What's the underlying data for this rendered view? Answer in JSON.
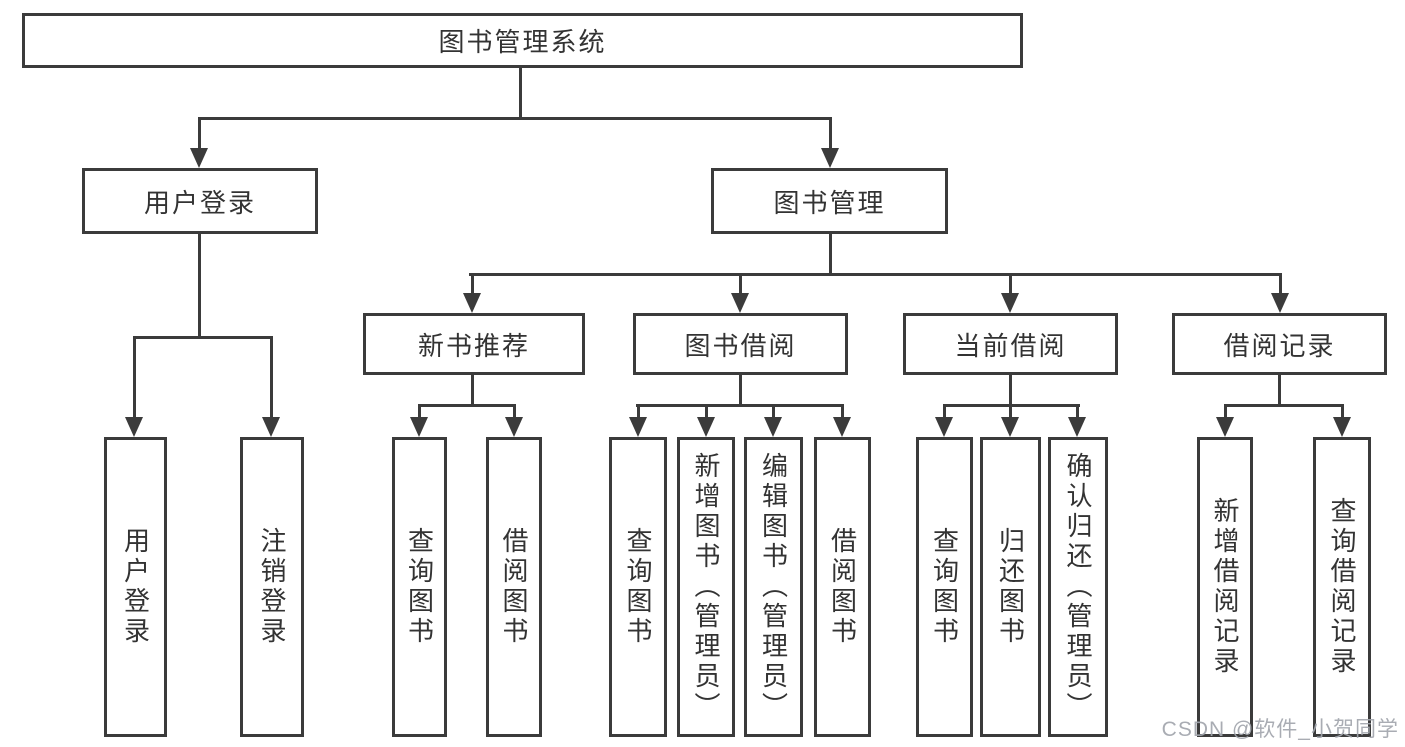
{
  "colors": {
    "line": "#3b3b3b",
    "text": "#333333",
    "box_bg": "#ffffff",
    "background": "#ffffff",
    "watermark": "#a2a6ad"
  },
  "watermark": "CSDN @软件_小贺同学",
  "nodes": {
    "root": "图书管理系统",
    "user_login": "用户登录",
    "book_mgmt": "图书管理",
    "new_book_rec": "新书推荐",
    "book_borrow": "图书借阅",
    "current_borrow": "当前借阅",
    "borrow_records": "借阅记录",
    "leaves": [
      "用户登录",
      "注销登录",
      "查询图书",
      "借阅图书",
      "查询图书",
      "新增图书（管理员）",
      "编辑图书（管理员）",
      "借阅图书",
      "查询图书",
      "归还图书",
      "确认归还（管理员）",
      "新增借阅记录",
      "查询借阅记录"
    ]
  }
}
